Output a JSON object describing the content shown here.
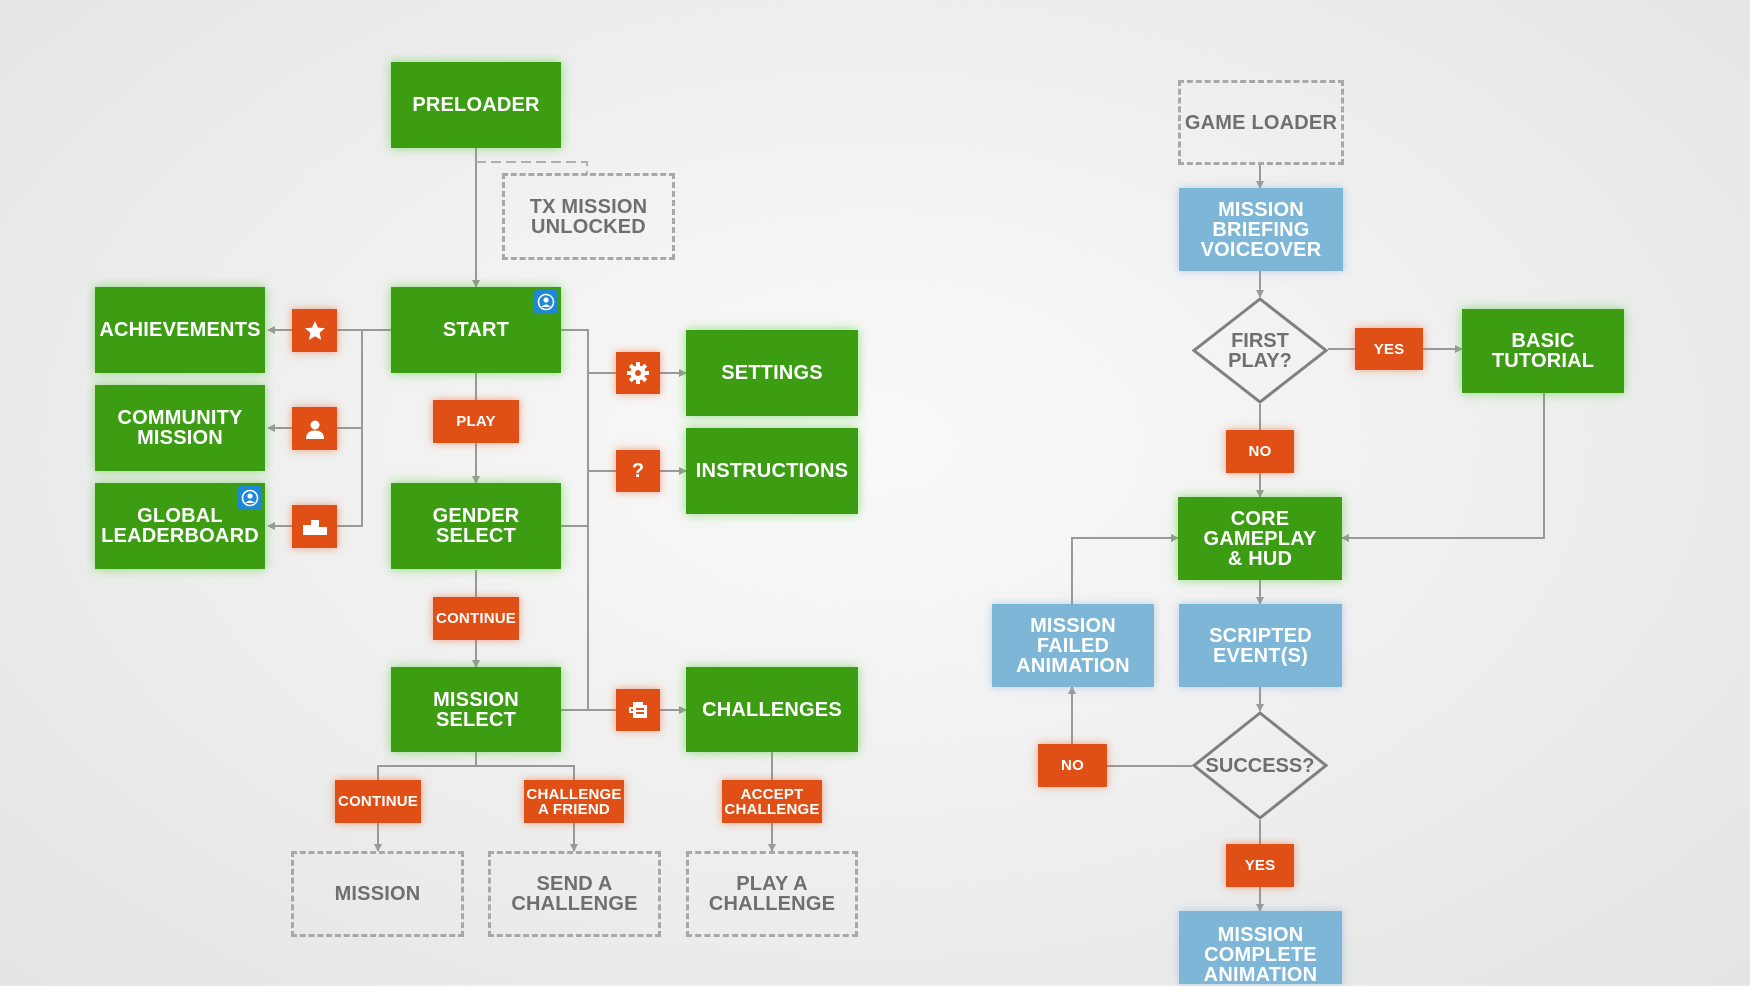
{
  "nodes": {
    "preloader": "PRELOADER",
    "tx_mission_unlocked": "TX MISSION\nUNLOCKED",
    "start": "START",
    "achievements": "ACHIEVEMENTS",
    "community_mission": "COMMUNITY\nMISSION",
    "global_leaderboard": "GLOBAL\nLEADERBOARD",
    "gender_select": "GENDER\nSELECT",
    "mission_select": "MISSION\nSELECT",
    "settings": "SETTINGS",
    "instructions": "INSTRUCTIONS",
    "challenges": "CHALLENGES",
    "mission": "MISSION",
    "send_a_challenge": "SEND A\nCHALLENGE",
    "play_a_challenge": "PLAY A\nCHALLENGE",
    "game_loader": "GAME LOADER",
    "mission_briefing_voiceover": "MISSION\nBRIEFING\nVOICEOVER",
    "first_play": "FIRST\nPLAY?",
    "basic_tutorial": "BASIC\nTUTORIAL",
    "core_gameplay_hud": "CORE\nGAMEPLAY\n& HUD",
    "mission_failed_animation": "MISSION FAILED\nANIMATION",
    "scripted_events": "SCRIPTED\nEVENT(S)",
    "success": "SUCCESS?",
    "mission_complete_animation": "MISSION\nCOMPLETE\nANIMATION"
  },
  "labels": {
    "play": "PLAY",
    "continue_1": "CONTINUE",
    "continue_2": "CONTINUE",
    "challenge_a_friend": "CHALLENGE\nA FRIEND",
    "accept_challenge": "ACCEPT\nCHALLENGE",
    "yes_1": "YES",
    "no_1": "NO",
    "no_2": "NO",
    "yes_2": "YES",
    "help_glyph": "?"
  },
  "icons": [
    "star-icon",
    "person-icon",
    "podium-icon",
    "gear-icon",
    "question-icon",
    "challenge-icon",
    "profile-badge-icon"
  ],
  "colors": {
    "green": "#3c9d12",
    "blue": "#7eb6d8",
    "orange": "#e05016",
    "dashed": "#a8a8a8",
    "line": "#9a9a9a",
    "badge": "#1e88d6"
  }
}
